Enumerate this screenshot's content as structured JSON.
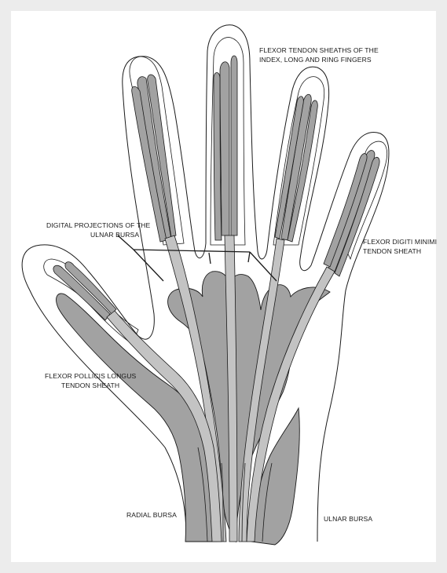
{
  "figure": {
    "colors": {
      "page_background": "#ececec",
      "panel_background": "#ffffff",
      "outline": "#1a1a1a",
      "bursa_fill": "#a2a2a2",
      "tendon_fill": "#c3c3c3"
    },
    "labels": {
      "flexor_sheaths_line1": "FLEXOR TENDON SHEATHS OF THE",
      "flexor_sheaths_line2": "INDEX, LONG AND RING FINGERS",
      "digital_projections_line1": "DIGITAL PROJECTIONS OF THE",
      "digital_projections_line2": "ULNAR BURSA",
      "flexor_digiti_line1": "FLEXOR DIGITI MINIMI",
      "flexor_digiti_line2": "TENDON SHEATH",
      "flexor_pollicis_line1": "FLEXOR POLLICIS LONGUS",
      "flexor_pollicis_line2": "TENDON SHEATH",
      "radial_bursa": "RADIAL BURSA",
      "ulnar_bursa": "ULNAR BURSA"
    }
  }
}
